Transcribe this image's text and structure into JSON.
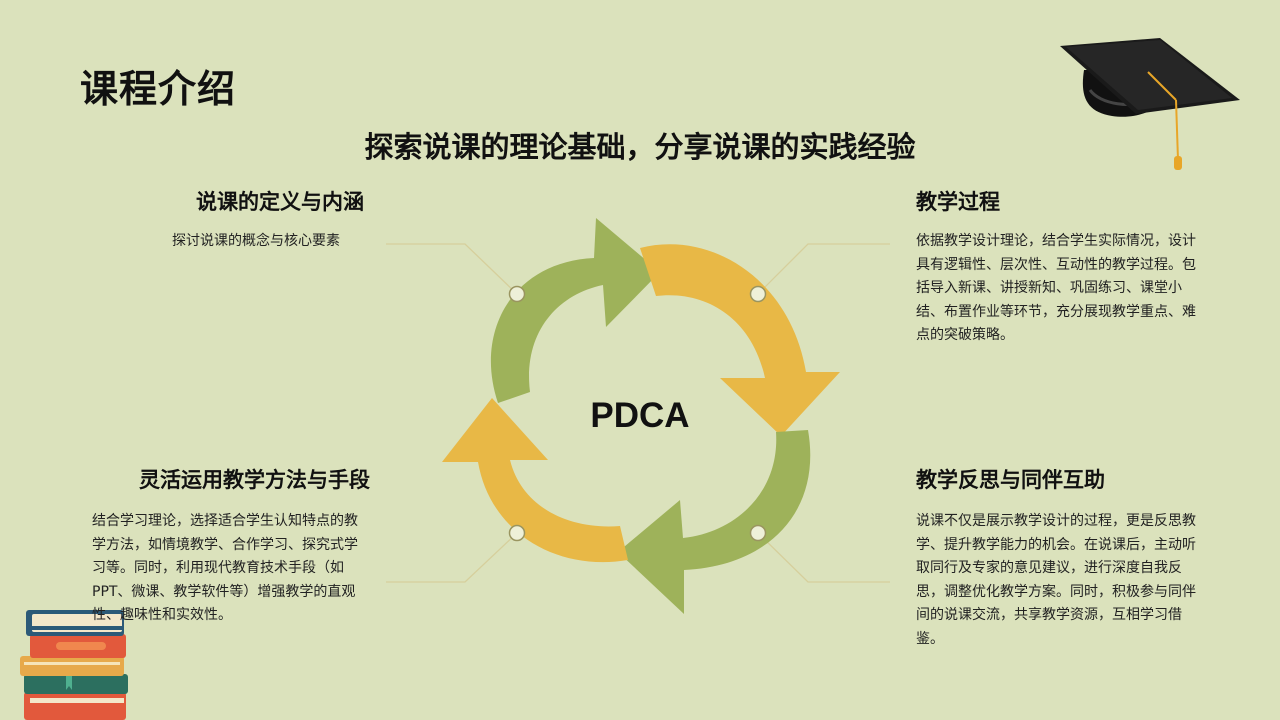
{
  "page": {
    "title": "课程介绍",
    "subtitle": "探索说课的理论基础，分享说课的实践经验"
  },
  "center": {
    "label": "PDCA"
  },
  "blocks": {
    "top_left": {
      "title": "说课的定义与内涵",
      "text": "探讨说课的概念与核心要素"
    },
    "top_right": {
      "title": "教学过程",
      "text": "依据教学设计理论，结合学生实际情况，设计具有逻辑性、层次性、互动性的教学过程。包括导入新课、讲授新知、巩固练习、课堂小结、布置作业等环节，充分展现教学重点、难点的突破策略。"
    },
    "bottom_left": {
      "title": "灵活运用教学方法与手段",
      "text": "结合学习理论，选择适合学生认知特点的教学方法，如情境教学、合作学习、探究式学习等。同时，利用现代教育技术手段（如PPT、微课、教学软件等）增强教学的直观性、趣味性和实效性。"
    },
    "bottom_right": {
      "title": "教学反思与同伴互助",
      "text": "说课不仅是展示教学设计的过程，更是反思教学、提升教学能力的机会。在说课后，主动听取同行及专家的意见建议，进行深度自我反思，调整优化教学方案。同时，积极参与同伴间的说课交流，共享教学资源，互相学习借鉴。"
    }
  },
  "colors": {
    "background": "#dbe2bc",
    "arrow_green": "#9eb25a",
    "arrow_yellow": "#e8b846",
    "connector": "#d6cf9c"
  },
  "icons": {
    "top_right": "graduation-cap-icon",
    "bottom_left": "book-stack-icon"
  }
}
